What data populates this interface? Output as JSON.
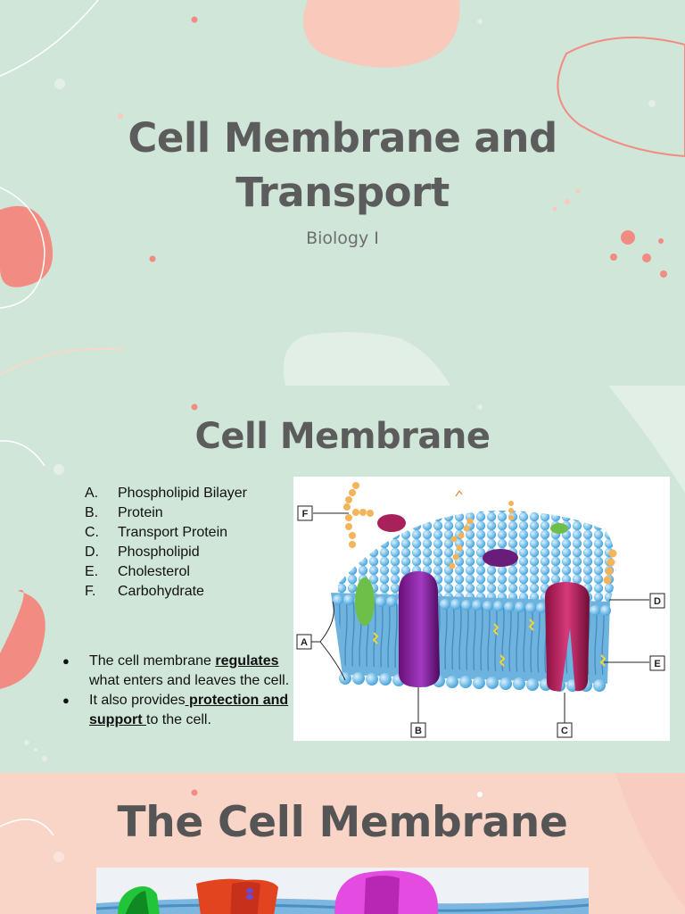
{
  "slide1": {
    "title_line1": "Cell Membrane and",
    "title_line2": "Transport",
    "subtitle": "Biology I"
  },
  "slide2": {
    "title": "Cell Membrane",
    "legend": [
      {
        "letter": "A.",
        "text": "Phospholipid Bilayer"
      },
      {
        "letter": "B.",
        "text": "Protein"
      },
      {
        "letter": "C.",
        "text": "Transport Protein"
      },
      {
        "letter": "D.",
        "text": "Phospholipid"
      },
      {
        "letter": "E.",
        "text": "Cholesterol"
      },
      {
        "letter": "F.",
        "text": "Carbohydrate"
      }
    ],
    "bullets": {
      "b1_pre": "The cell membrane ",
      "b1_bold": "regulates ",
      "b1_post": "what enters and leaves the cell.",
      "b2_pre": "It also provides",
      "b2_bold": " protection and support ",
      "b2_post": "to the cell."
    },
    "diagram_labels": {
      "a": "A",
      "b": "B",
      "c": "C",
      "d": "D",
      "e": "E",
      "f": "F"
    }
  },
  "slide3": {
    "title": "The Cell Membrane"
  },
  "colors": {
    "background_green": "#cfe6d8",
    "background_peach": "#f9d5c8",
    "accent_coral": "#f28b82",
    "title_gray": "#5c5c5c",
    "membrane_blue": "#5fb4e0"
  }
}
